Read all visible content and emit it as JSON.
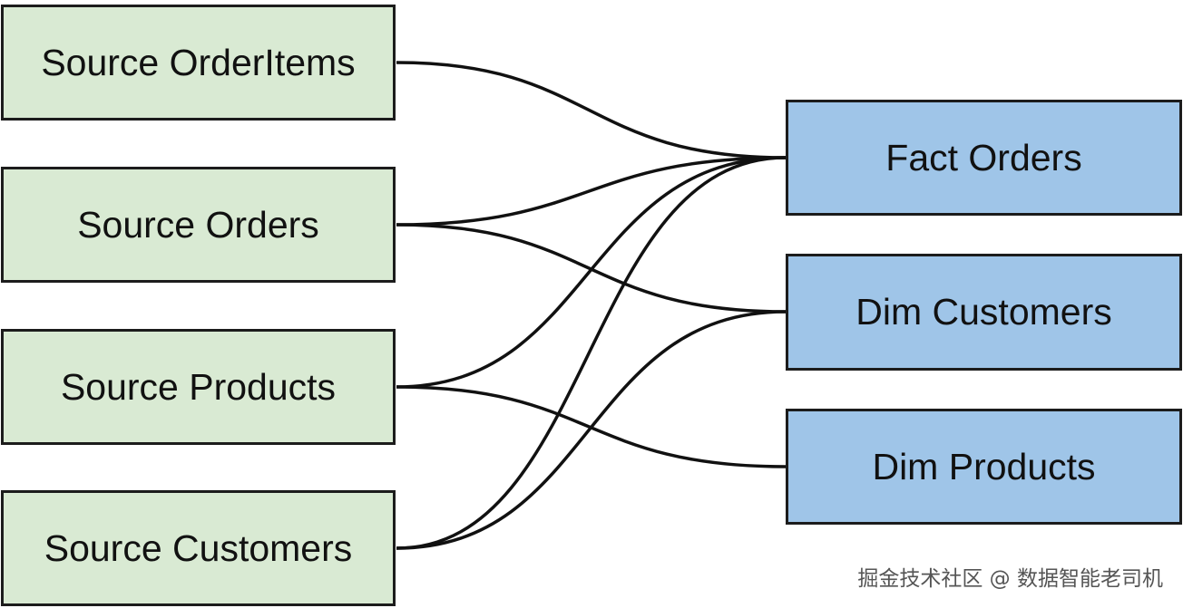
{
  "diagram": {
    "sources": [
      {
        "id": "orderitems",
        "label": "Source OrderItems"
      },
      {
        "id": "orders",
        "label": "Source Orders"
      },
      {
        "id": "products",
        "label": "Source Products"
      },
      {
        "id": "customers",
        "label": "Source Customers"
      }
    ],
    "targets": [
      {
        "id": "fact_orders",
        "label": "Fact Orders"
      },
      {
        "id": "dim_customers",
        "label": "Dim Customers"
      },
      {
        "id": "dim_products",
        "label": "Dim Products"
      }
    ],
    "edges": [
      {
        "from": "orderitems",
        "to": "fact_orders"
      },
      {
        "from": "orders",
        "to": "fact_orders"
      },
      {
        "from": "orders",
        "to": "dim_customers"
      },
      {
        "from": "products",
        "to": "fact_orders"
      },
      {
        "from": "products",
        "to": "dim_products"
      },
      {
        "from": "customers",
        "to": "fact_orders"
      },
      {
        "from": "customers",
        "to": "dim_customers"
      }
    ],
    "colors": {
      "source_fill": "#d9ead3",
      "target_fill": "#9fc5e8",
      "border": "#1c1c1c",
      "line": "#111111"
    }
  },
  "watermark": "掘金技术社区 @ 数据智能老司机"
}
